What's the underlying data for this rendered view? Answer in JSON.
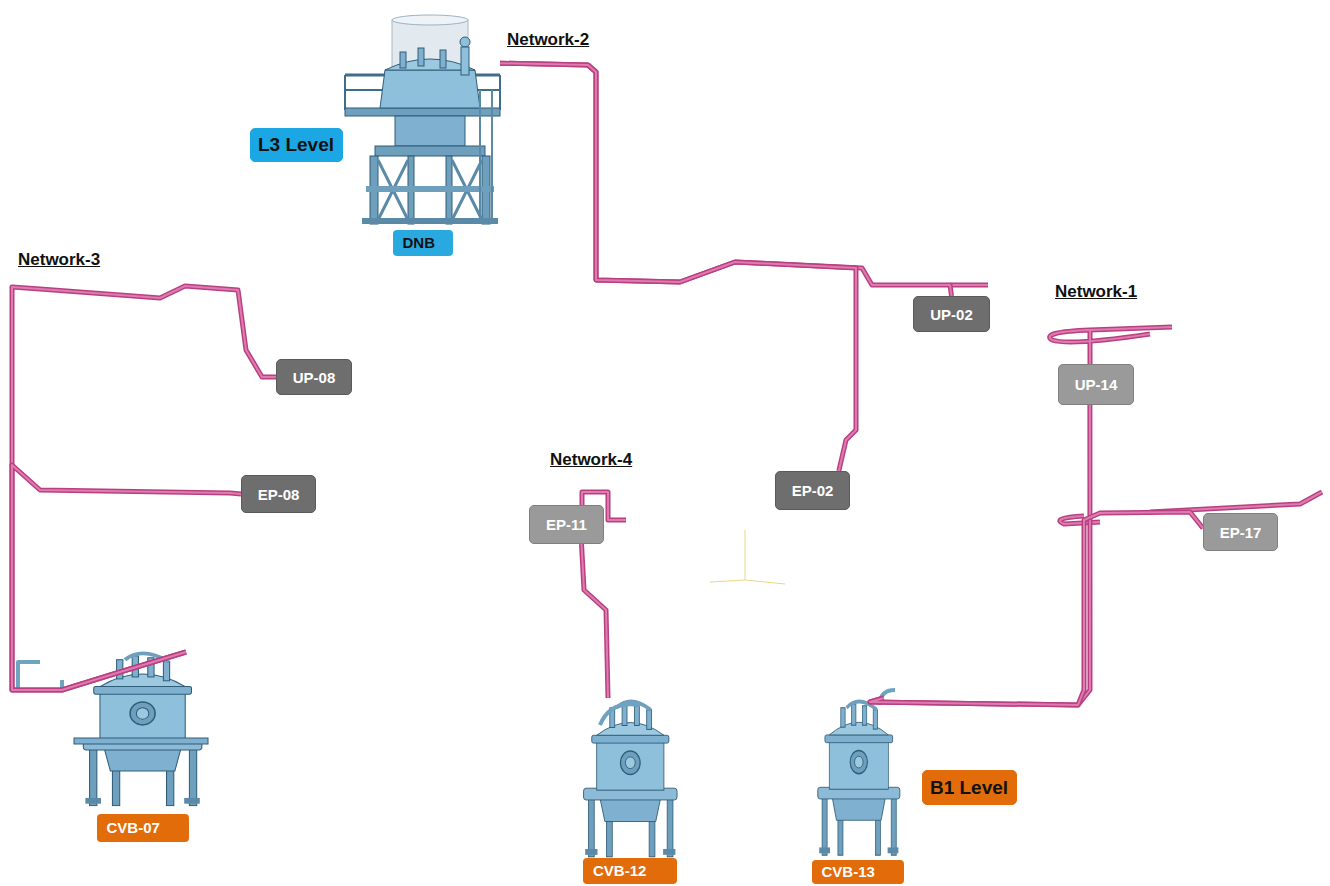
{
  "diagram": {
    "nodes": [
      {
        "text": [
          "L3 Level"
        ]
      },
      {
        "text": [
          "DNB"
        ]
      },
      {
        "text": [
          "UP-08"
        ]
      },
      {
        "text": [
          "EP-08"
        ]
      },
      {
        "text": [
          "UP-02"
        ]
      },
      {
        "text": [
          "EP-02"
        ]
      },
      {
        "text": [
          "EP-11"
        ]
      },
      {
        "text": [
          "UP-14"
        ]
      },
      {
        "text": [
          "EP-17"
        ]
      },
      {
        "text": [
          "CVB-07"
        ]
      },
      {
        "text": [
          "CVB-12"
        ]
      },
      {
        "text": [
          "CVB-13"
        ]
      },
      {
        "text": [
          "B1 Level"
        ]
      }
    ],
    "edges": [
      {
        "from": 9,
        "to": 2,
        "arrow": "none"
      },
      {
        "from": 9,
        "to": 3,
        "arrow": "none"
      },
      {
        "from": 1,
        "to": 4,
        "arrow": "none"
      },
      {
        "from": 1,
        "to": 5,
        "arrow": "none"
      },
      {
        "from": 10,
        "to": 6,
        "arrow": "none"
      },
      {
        "from": 11,
        "to": 7,
        "arrow": "none"
      },
      {
        "from": 11,
        "to": 8,
        "arrow": "none"
      }
    ],
    "labels": [
      "Network-2",
      "Network-3",
      "Network-1",
      "Network-4"
    ]
  }
}
